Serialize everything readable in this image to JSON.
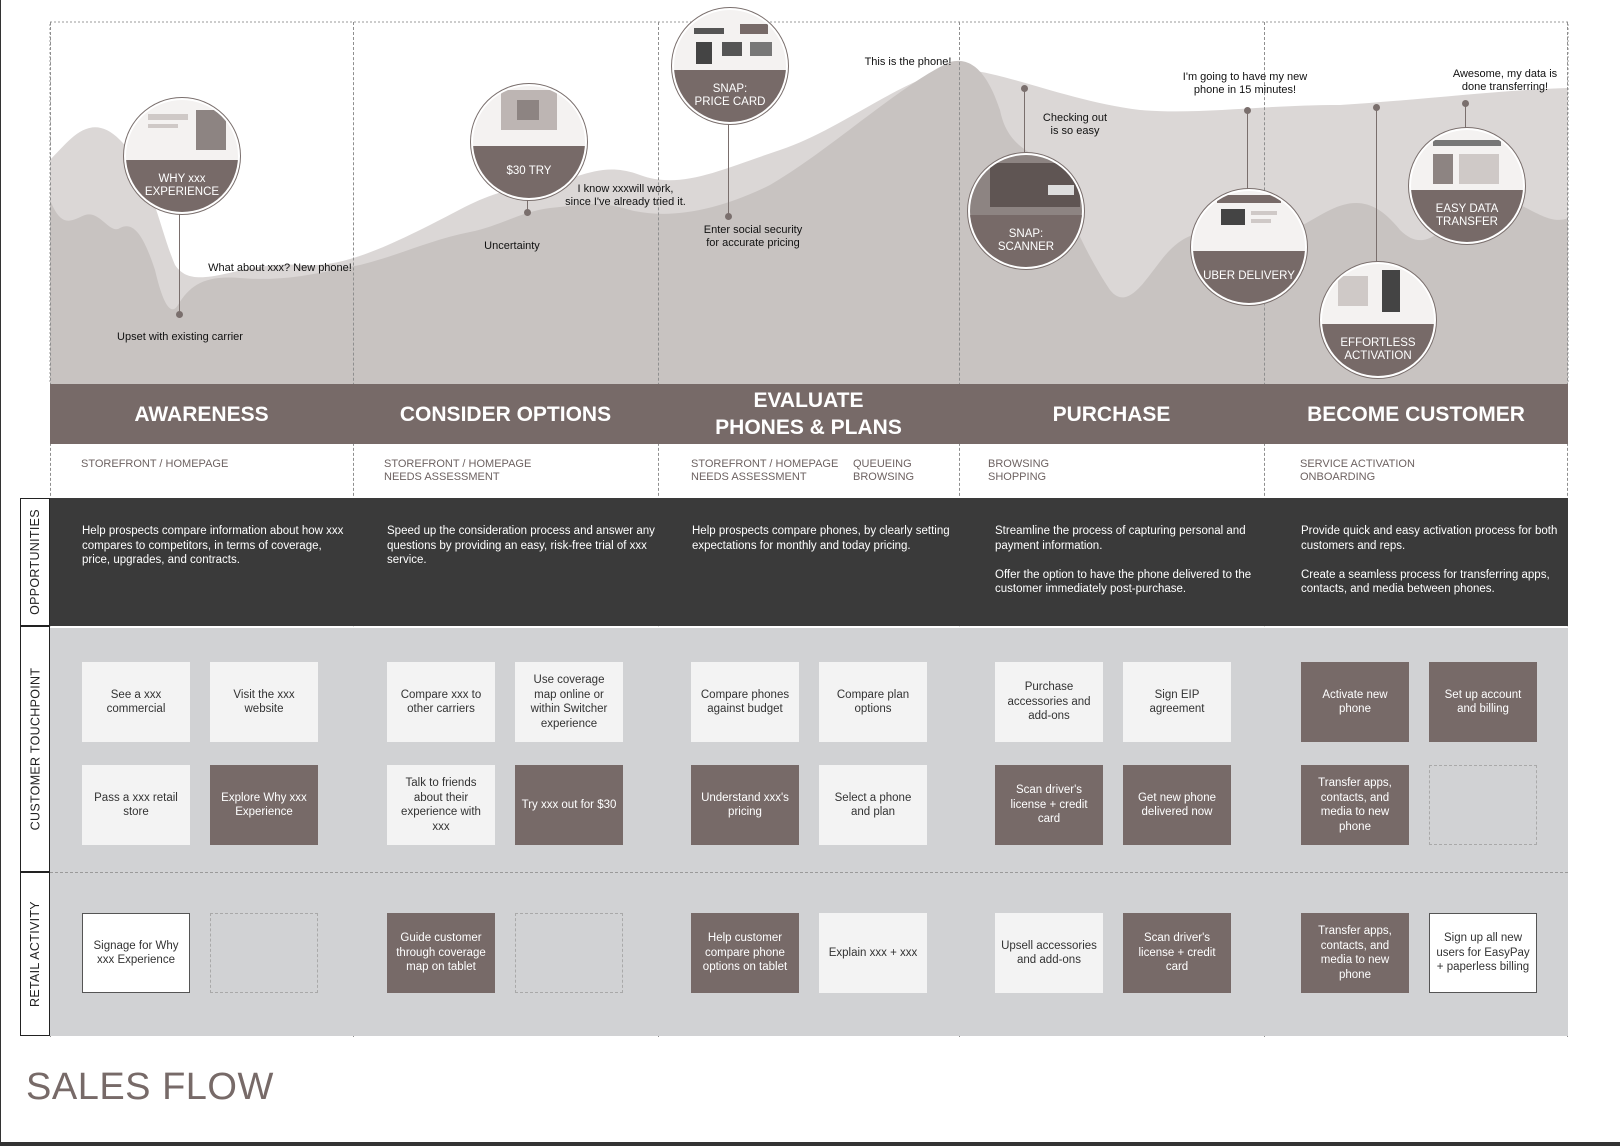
{
  "title": "SALES FLOW",
  "row_labels": {
    "opportunities": "OPPORTUNITIES",
    "touchpoint": "CUSTOMER TOUCHPOINT",
    "retail": "RETAIL ACTIVITY"
  },
  "phases": [
    {
      "name": "AWARENESS",
      "channels": "STOREFRONT / HOMEPAGE",
      "channels2": "",
      "opportunity": "Help prospects compare information about how xxx compares to competitors, in terms of coverage, price, upgrades, and contracts."
    },
    {
      "name": "CONSIDER OPTIONS",
      "channels": "STOREFRONT / HOMEPAGE\nNEEDS ASSESSMENT",
      "channels2": "",
      "opportunity": "Speed up the consideration process and answer any questions by providing an easy, risk-free trial of xxx service."
    },
    {
      "name": "EVALUATE\nPHONES & PLANS",
      "channels": "STOREFRONT / HOMEPAGE\nNEEDS ASSESSMENT",
      "channels2": "QUEUEING\nBROWSING",
      "opportunity": "Help prospects compare phones, by clearly setting expectations for monthly and today pricing."
    },
    {
      "name": "PURCHASE",
      "channels": "BROWSING\nSHOPPING",
      "channels2": "",
      "opportunity": "Streamline the process of capturing personal and payment information.\n\nOffer the option to have the phone delivered to the customer immediately post-purchase."
    },
    {
      "name": "BECOME CUSTOMER",
      "channels": "SERVICE ACTIVATION\nONBOARDING",
      "channels2": "",
      "opportunity": "Provide quick and easy activation process for both customers and reps.\n\nCreate a seamless process for transferring apps, contacts, and media between phones."
    }
  ],
  "touchpoints": [
    [
      {
        "text": "See a xxx commercial",
        "style": "light"
      },
      {
        "text": "Visit the xxx website",
        "style": "light"
      },
      {
        "text": "Pass a xxx retail store",
        "style": "light"
      },
      {
        "text": "Explore Why xxx Experience",
        "style": "dark"
      }
    ],
    [
      {
        "text": "Compare xxx to other carriers",
        "style": "light"
      },
      {
        "text": "Use coverage map online or within Switcher experience",
        "style": "light"
      },
      {
        "text": "Talk to friends about their experience with xxx",
        "style": "light"
      },
      {
        "text": "Try xxx out for $30",
        "style": "dark"
      }
    ],
    [
      {
        "text": "Compare phones against budget",
        "style": "light"
      },
      {
        "text": "Compare plan options",
        "style": "light"
      },
      {
        "text": "Understand xxx's pricing",
        "style": "dark"
      },
      {
        "text": "Select a phone and plan",
        "style": "light"
      }
    ],
    [
      {
        "text": "Purchase accessories and add-ons",
        "style": "light"
      },
      {
        "text": "Sign EIP agreement",
        "style": "light"
      },
      {
        "text": "Scan driver's license + credit card",
        "style": "dark"
      },
      {
        "text": "Get new phone delivered now",
        "style": "dark"
      }
    ],
    [
      {
        "text": "Activate new phone",
        "style": "dark"
      },
      {
        "text": "Set up account and billing",
        "style": "dark"
      },
      {
        "text": "Transfer apps, contacts, and media to new phone",
        "style": "dark"
      },
      {
        "text": "",
        "style": "empty"
      }
    ]
  ],
  "retail": [
    [
      {
        "text": "Signage for Why xxx Experience",
        "style": "outline"
      },
      {
        "text": "",
        "style": "empty"
      }
    ],
    [
      {
        "text": "Guide customer through coverage map on tablet",
        "style": "dark"
      },
      {
        "text": "",
        "style": "empty"
      }
    ],
    [
      {
        "text": "Help customer compare phone options on tablet",
        "style": "dark"
      },
      {
        "text": "Explain xxx + xxx",
        "style": "light"
      }
    ],
    [
      {
        "text": "Upsell accessories and add-ons",
        "style": "light"
      },
      {
        "text": "Scan driver's license + credit card",
        "style": "dark"
      }
    ],
    [
      {
        "text": "Transfer apps, contacts, and media to new phone",
        "style": "dark"
      },
      {
        "text": "Sign up all new users for EasyPay + paperless billing",
        "style": "outline"
      }
    ]
  ],
  "annotations": {
    "upset": "Upset with existing carrier",
    "what_about": "What about xxx? New phone!",
    "uncertainty": "Uncertainty",
    "i_know": "I know xxxwill work,\nsince I've already tried it.",
    "enter_ssn": "Enter social security\nfor accurate pricing",
    "this_is": "This is the phone!",
    "checking_out": "Checking out\nis so easy",
    "fifteen_min": "I'm going to have my new\nphone in 15 minutes!",
    "awesome": "Awesome, my data is\ndone transferring!"
  },
  "bubbles": {
    "why": "WHY xxx\nEXPERIENCE",
    "try": "$30 TRY",
    "price_card": "SNAP:\nPRICE CARD",
    "scanner": "SNAP:\nSCANNER",
    "uber": "UBER DELIVERY",
    "activation": "EFFORTLESS\nACTIVATION",
    "transfer": "EASY DATA\nTRANSFER"
  },
  "colors": {
    "brand": "#776a68",
    "dark": "#3a3a3a",
    "band": "#d1d2d4",
    "curve_dark": "#c8c3c1",
    "curve_light": "#dbd7d6"
  }
}
